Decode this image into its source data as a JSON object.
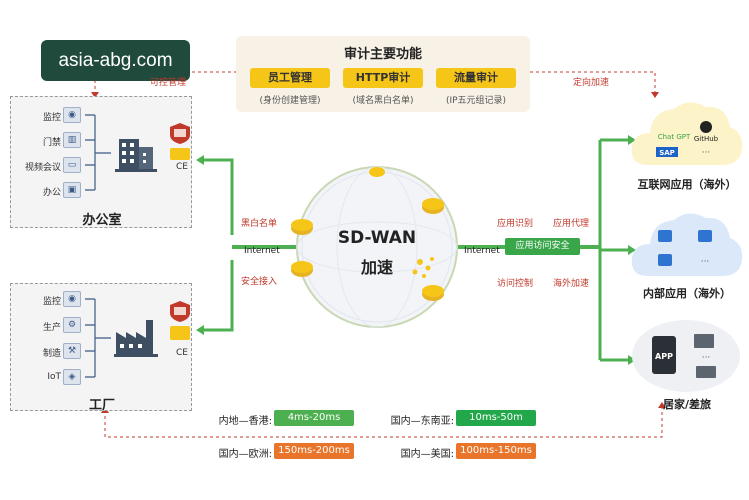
{
  "watermark": "asia-abg.com",
  "audit": {
    "title": "审计主要功能",
    "items": [
      {
        "label": "员工管理",
        "sub": "(身份创建管理)"
      },
      {
        "label": "HTTP审计",
        "sub": "(域名黑白名单)"
      },
      {
        "label": "流量审计",
        "sub": "(IP五元组记录)"
      }
    ],
    "left_link": "可控管理",
    "right_link": "定向加速"
  },
  "office": {
    "title": "办公室",
    "devices": [
      "监控",
      "门禁",
      "视频会议",
      "办公"
    ],
    "ce": "CE"
  },
  "factory": {
    "title": "工厂",
    "devices": [
      "监控",
      "生产",
      "制造",
      "IoT"
    ],
    "ce": "CE"
  },
  "left_links": {
    "top": "黑白名单",
    "internet": "Internet",
    "bottom": "安全接入"
  },
  "sdwan": {
    "title": "SD-WAN",
    "sub": "加速"
  },
  "right_links": {
    "app_identify": "应用识别",
    "app_proxy": "应用代理",
    "internet": "Internet",
    "secure_access": "应用访问安全",
    "access_control": "访问控制",
    "overseas_accel": "海外加速"
  },
  "destinations": {
    "internet_apps": {
      "label": "互联网应用（海外）",
      "chatgpt": "Chat GPT",
      "github": "GitHub",
      "sap": "SAP"
    },
    "internal_apps": {
      "label": "内部应用（海外）"
    },
    "home_travel": {
      "label": "居家/差旅",
      "app": "APP"
    }
  },
  "latency": [
    {
      "route": "内地—香港:",
      "value": "4ms-20ms",
      "color": "#4caf50"
    },
    {
      "route": "国内—东南亚:",
      "value": "10ms-50m",
      "color": "#22a84a"
    },
    {
      "route": "国内—欧洲:",
      "value": "150ms-200ms",
      "color": "#e8752a"
    },
    {
      "route": "国内—美国:",
      "value": "100ms-150ms",
      "color": "#e8752a"
    }
  ]
}
